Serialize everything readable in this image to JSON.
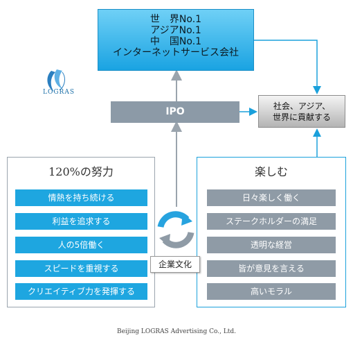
{
  "goal": {
    "lines": [
      "世　界No.1",
      "アジアNo.1",
      "中　国No.1",
      "インターネットサービス会社"
    ]
  },
  "logo": {
    "text": "LOGRAS"
  },
  "ipo": {
    "label": "IPO"
  },
  "society": {
    "lines": [
      "社会、アジア、",
      "世界に貢献する"
    ]
  },
  "left_panel": {
    "title": "120%の努力",
    "items": [
      "情熱を持ち続ける",
      "利益を追求する",
      "人の5倍働く",
      "スピードを重視する",
      "クリエイティブ力を発揮する"
    ]
  },
  "right_panel": {
    "title": "楽しむ",
    "items": [
      "日々楽しく働く",
      "ステークホルダーの満足",
      "透明な経営",
      "皆が意見を言える",
      "高いモラル"
    ]
  },
  "culture": {
    "label": "企業文化"
  },
  "footer": {
    "text": "Beijing LOGRAS Advertising Co., Ltd."
  },
  "colors": {
    "blue": "#1ea6e0",
    "gray": "#8f9ba6",
    "accent_line": "#1aa0db"
  }
}
